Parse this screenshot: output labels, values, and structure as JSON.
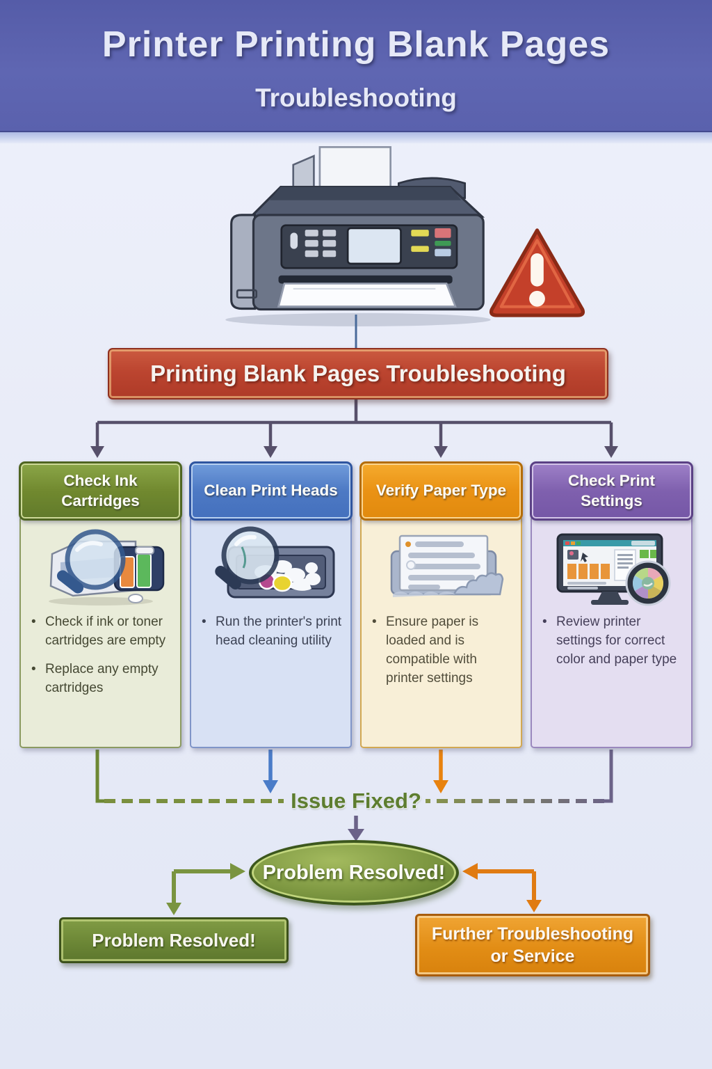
{
  "header": {
    "title": "Printer Printing Blank Pages",
    "subtitle": "Troubleshooting"
  },
  "banner": {
    "label": "Printing Blank Pages Troubleshooting"
  },
  "columns": [
    {
      "title": "Check Ink Cartridges",
      "accent_color": "#6f8a30",
      "icon": "magnifier-over-printer-cartridges-icon",
      "bullets": [
        "Check if ink or toner cartridges are empty",
        "Replace any empty cartridges"
      ]
    },
    {
      "title": "Clean Print Heads",
      "accent_color": "#4d79c4",
      "icon": "magnifier-over-print-head-cleaning-icon",
      "bullets": [
        "Run the printer's print head cleaning utility"
      ]
    },
    {
      "title": "Verify Paper Type",
      "accent_color": "#ea9214",
      "icon": "paper-sheets-icon",
      "bullets": [
        "Ensure paper is loaded and is compatible with printer settings"
      ]
    },
    {
      "title": "Check Print Settings",
      "accent_color": "#7f60ae",
      "icon": "monitor-settings-color-wheel-icon",
      "bullets": [
        "Review printer settings for correct color and paper type"
      ]
    }
  ],
  "decision": {
    "label": "Issue Fixed?"
  },
  "resolved_ellipse": {
    "label": "Problem Resolved!"
  },
  "outcomes": {
    "yes": {
      "label": "Problem Resolved!"
    },
    "no": {
      "label": "Further Troubleshooting or Service"
    }
  },
  "palette": {
    "header_banner": "#5a61ad",
    "red_banner": "#bc4530",
    "connector": "#57506b",
    "green_path": "#6d8834",
    "blue_arrow": "#4a7cc8",
    "orange_arrow": "#e8820e",
    "purple_path": "#6b6288",
    "decision_text": "#5d7d2f"
  }
}
